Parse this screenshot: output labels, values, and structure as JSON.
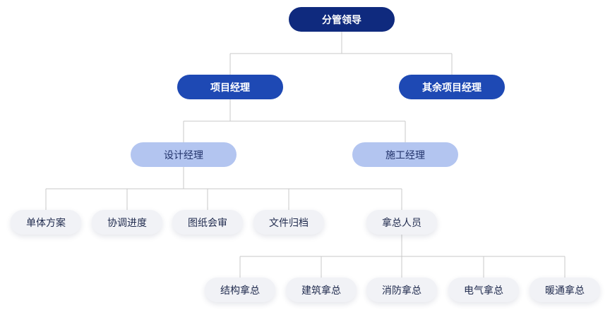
{
  "org_chart": {
    "root": "分管领导",
    "managers": {
      "project_manager": "项目经理",
      "other_project_managers": "其余项目经理"
    },
    "sub_managers": {
      "design_manager": "设计经理",
      "construction_manager": "施工经理"
    },
    "design_tasks": {
      "scheme": "单体方案",
      "schedule": "协调进度",
      "drawing_review": "图纸会审",
      "archive": "文件归档",
      "chief_staff": "拿总人员"
    },
    "chief_roles": {
      "structure": "结构拿总",
      "architecture": "建筑拿总",
      "fire": "消防拿总",
      "electrical": "电气拿总",
      "hvac": "暖通拿总"
    }
  },
  "colors": {
    "root_bg": "#0f2a7e",
    "manager_bg": "#1e49b4",
    "sub_manager_bg": "#b3c5f0",
    "leaf_bg": "#f1f2f6",
    "connector": "#c8c8c8"
  }
}
